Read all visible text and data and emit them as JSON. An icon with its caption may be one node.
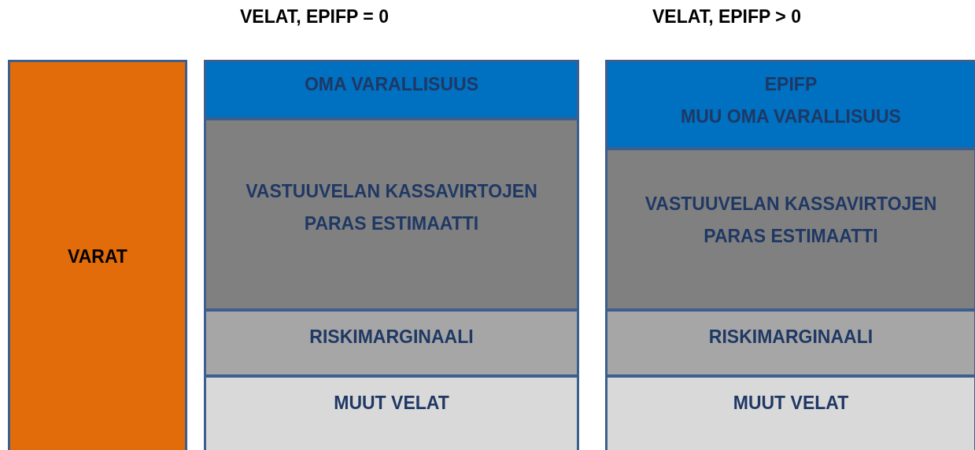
{
  "diagram": {
    "nodes": [
      {
        "text": [
          "VARAT"
        ]
      },
      {
        "text": [
          "OMA VARALLISUUS"
        ]
      },
      {
        "text": [
          "VASTUUVELAN KASSAVIRTOJEN PARAS ESTIMAATTI"
        ]
      },
      {
        "text": [
          "RISKIMARGINAALI"
        ]
      },
      {
        "text": [
          "MUUT VELAT"
        ]
      },
      {
        "text": [
          "EPIFP",
          "MUU OMA VARALLISUUS"
        ]
      },
      {
        "text": [
          "VASTUUVELAN KASSAVIRTOJEN PARAS ESTIMAATTI"
        ]
      },
      {
        "text": [
          "RISKIMARGINAALI"
        ]
      },
      {
        "text": [
          "MUUT VELAT"
        ]
      }
    ],
    "edges": [],
    "labels": [
      "VELAT, EPIFP = 0",
      "VELAT, EPIFP > 0"
    ]
  }
}
